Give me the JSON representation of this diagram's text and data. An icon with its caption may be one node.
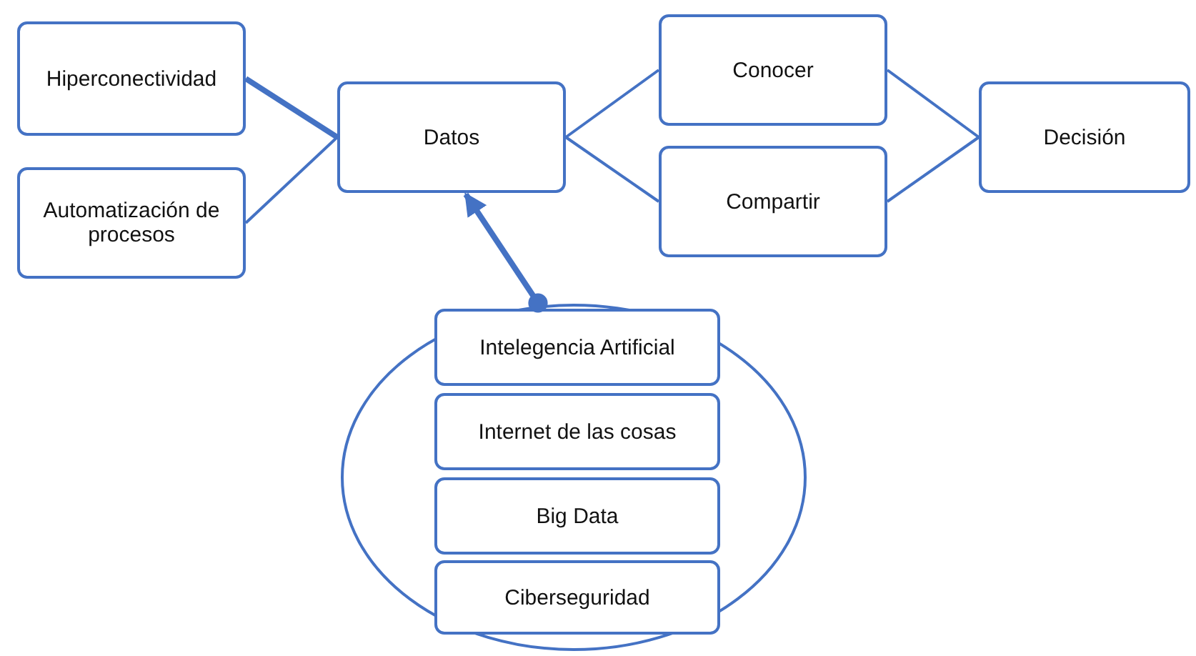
{
  "diagram": {
    "nodes": [
      {
        "text": [
          "Hiperconectividad"
        ]
      },
      {
        "text": [
          "Automatización de procesos"
        ]
      },
      {
        "text": [
          "Datos"
        ]
      },
      {
        "text": [
          "Conocer"
        ]
      },
      {
        "text": [
          "Compartir"
        ]
      },
      {
        "text": [
          "Decisión"
        ]
      },
      {
        "text": [],
        "shape": "circle"
      },
      {
        "text": [
          "Intelegencia Artificial"
        ],
        "in": 6
      },
      {
        "text": [
          "Internet de las cosas"
        ],
        "in": 6
      },
      {
        "text": [
          "Big Data"
        ],
        "in": 6
      },
      {
        "text": [
          "Ciberseguridad"
        ],
        "in": 6
      }
    ],
    "edges": [
      {
        "from": 0,
        "to": 2,
        "arrow": "none",
        "style": "thick"
      },
      {
        "from": 1,
        "to": 2,
        "arrow": "none"
      },
      {
        "from": 2,
        "to": 3,
        "arrow": "none"
      },
      {
        "from": 2,
        "to": 4,
        "arrow": "none"
      },
      {
        "from": 3,
        "to": 5,
        "arrow": "none"
      },
      {
        "from": 4,
        "to": 5,
        "arrow": "none"
      },
      {
        "from": 6,
        "to": 2,
        "arrow": "to",
        "style": "thick"
      }
    ]
  }
}
